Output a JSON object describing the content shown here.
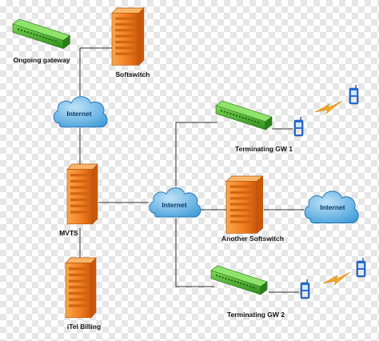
{
  "nodes": {
    "ongoing_gateway": {
      "label": "Ongoing gateway"
    },
    "softswitch": {
      "label": "Softswitch"
    },
    "internet_top": {
      "label": "Internet"
    },
    "mvts": {
      "label": "MVTS"
    },
    "itel_billing": {
      "label": "iTel Billing"
    },
    "internet_center": {
      "label": "Internet"
    },
    "terminating_gw1": {
      "label": "Terminating GW 1"
    },
    "another_softswitch": {
      "label": "Another Softswitch"
    },
    "internet_right": {
      "label": "Internet"
    },
    "terminating_gw2": {
      "label": "Terminating GW 2"
    }
  },
  "colors": {
    "server": "#f07a1e",
    "gateway": "#3fae2a",
    "cloud": "#5fb4e8",
    "lightning": "#f5a623",
    "phone": "#2a6fd6"
  },
  "icons": [
    "server-icon",
    "gateway-icon",
    "cloud-icon",
    "phone-icon",
    "lightning-icon"
  ]
}
